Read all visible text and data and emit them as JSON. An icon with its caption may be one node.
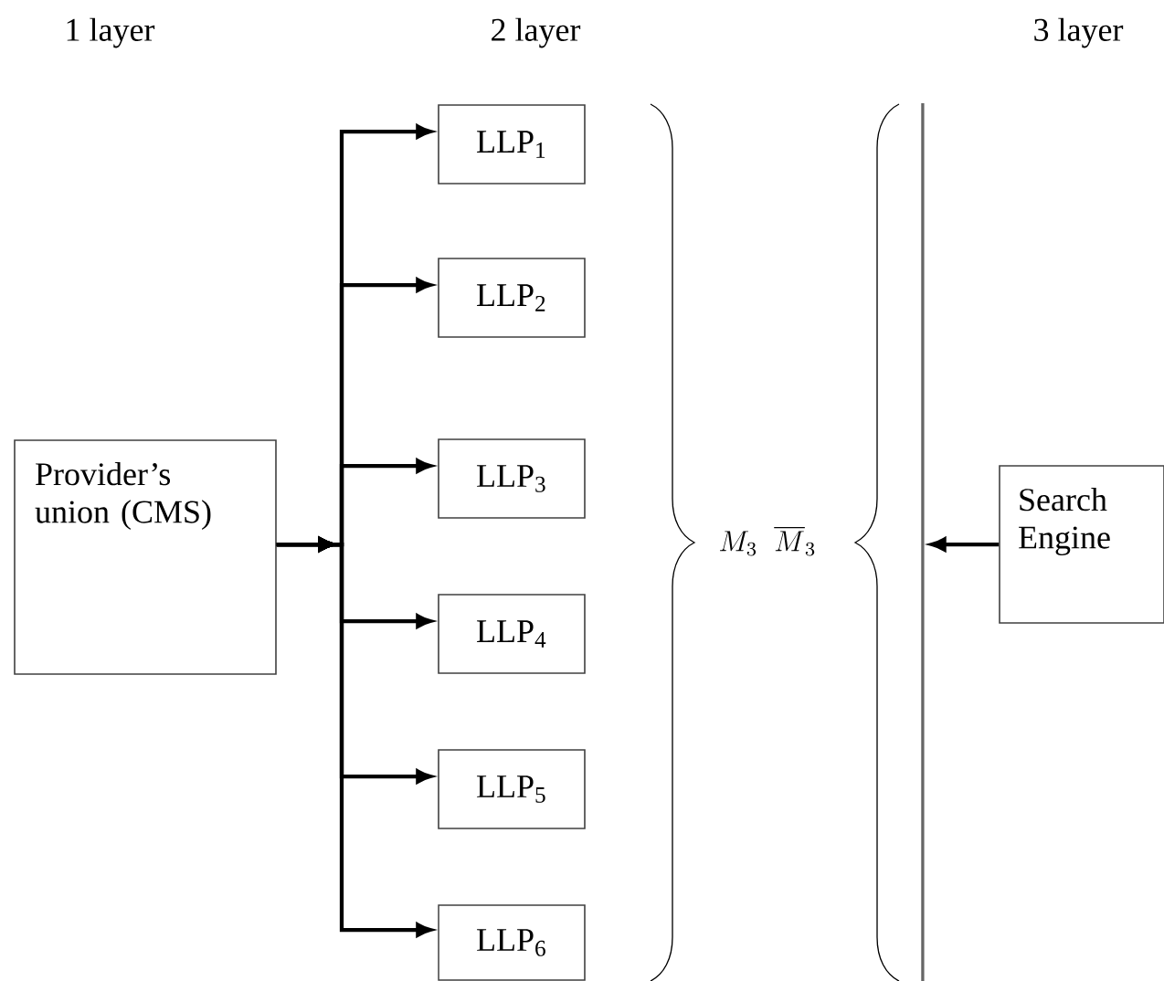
{
  "diagram": {
    "nodes": [
      {
        "text": [
          "Provider’s union (CMS)"
        ]
      },
      {
        "text": [
          "LLP$_{1}$"
        ]
      },
      {
        "text": [
          "LLP$_{2}$"
        ]
      },
      {
        "text": [
          "LLP$_{3}$"
        ]
      },
      {
        "text": [
          "LLP$_{4}$"
        ]
      },
      {
        "text": [
          "LLP$_{5}$"
        ]
      },
      {
        "text": [
          "LLP$_{6}$"
        ]
      },
      {
        "text": [],
        "shape": "bar"
      },
      {
        "text": [
          "Search Engine"
        ]
      }
    ],
    "edges": [
      {
        "from": 0,
        "to": 1,
        "arrow": "to"
      },
      {
        "from": 0,
        "to": 2,
        "arrow": "to"
      },
      {
        "from": 0,
        "to": 3,
        "arrow": "to"
      },
      {
        "from": 0,
        "to": 4,
        "arrow": "to"
      },
      {
        "from": 0,
        "to": 5,
        "arrow": "to"
      },
      {
        "from": 0,
        "to": 6,
        "arrow": "to"
      },
      {
        "from": 8,
        "to": 7,
        "arrow": "to"
      }
    ],
    "labels": [
      "1 layer",
      "2 layer",
      "3 layer",
      "M_{3}\\;\\;\\overline{M}_{3}"
    ]
  }
}
